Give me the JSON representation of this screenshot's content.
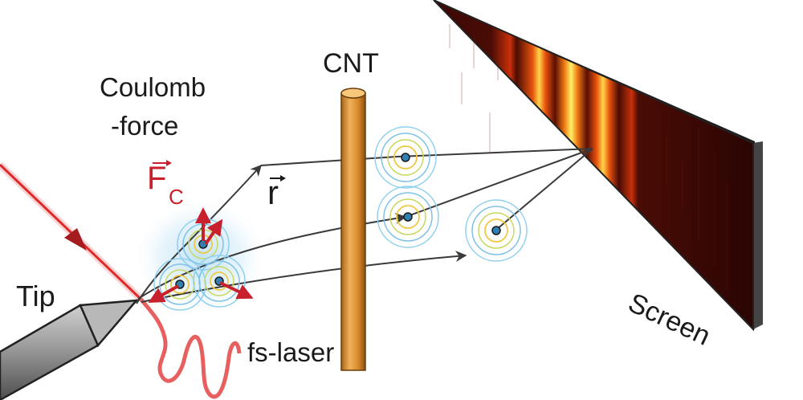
{
  "labels": {
    "coulomb_line1": "Coulomb",
    "coulomb_line2": "-force",
    "force_symbol": "F",
    "force_subscript": "C",
    "position_symbol": "r",
    "cnt": "CNT",
    "tip": "Tip",
    "laser": "fs-laser",
    "screen": "Screen"
  },
  "colors": {
    "laser_red": "#e02a2a",
    "force_arrow": "#c8202c",
    "cnt_body": "#d98a2b",
    "screen_dark": "#2a0503",
    "fringe_bright": "#ffe24a",
    "electron_core": "#2f7fb0",
    "tip_gray": "#8a8a8a"
  },
  "icons": {
    "force_arrows": "red-vector-arrows",
    "electron_waves": "concentric-rings",
    "trajectory_arrows": "black-arrowheads"
  }
}
